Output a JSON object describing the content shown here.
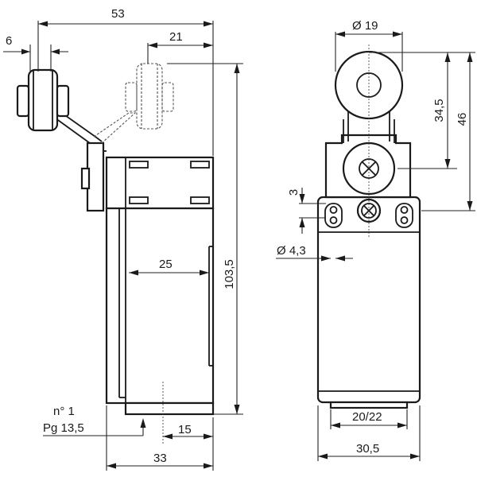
{
  "dimensions": {
    "overall_width": "53",
    "roller_width": "6",
    "alt_position": "21",
    "overall_height": "103,5",
    "body_depth": "25",
    "base_width": "33",
    "base_offset": "15",
    "roller_diameter": "Ø 19",
    "lever_height": "34,5",
    "head_height": "46",
    "slot_height": "3",
    "hole_diameter": "Ø 4,3",
    "conduit_entry": "20/22",
    "front_width": "30,5"
  },
  "notes": {
    "entry_number": "n° 1",
    "entry_thread": "Pg 13,5"
  }
}
